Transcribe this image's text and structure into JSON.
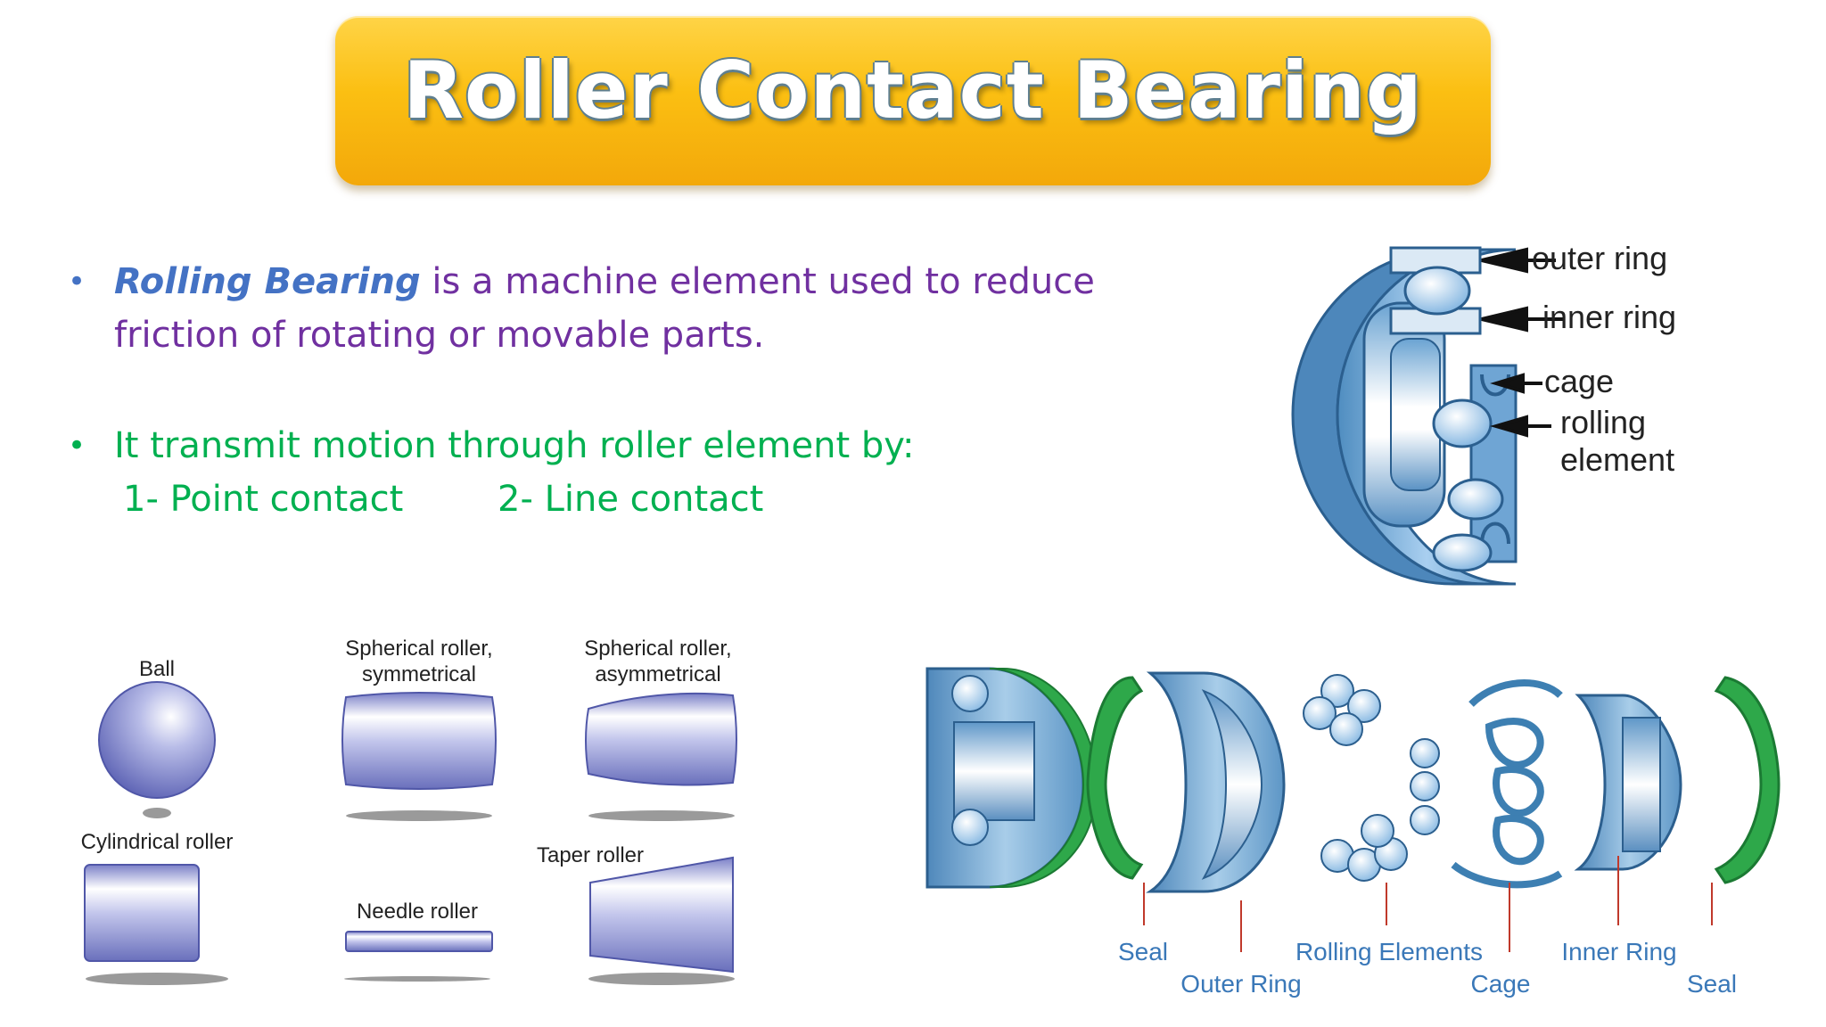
{
  "title": "Roller Contact Bearing",
  "bullets": {
    "b1_em": "Rolling Bearing",
    "b1_text": " is a machine element used to reduce",
    "b1_line2": "friction of rotating or movable parts.",
    "b2_text": "It transmit motion through roller element by:",
    "contact_1": "1- Point contact",
    "contact_2": "2- Line contact"
  },
  "bearing_labels": {
    "outer_ring": "outer ring",
    "inner_ring": "inner ring",
    "cage": "cage",
    "rolling_1": "rolling",
    "rolling_2": "element"
  },
  "roller_types": {
    "ball": "Ball",
    "spherical_sym_1": "Spherical roller,",
    "spherical_sym_2": "symmetrical",
    "spherical_asym_1": "Spherical roller,",
    "spherical_asym_2": "asymmetrical",
    "cylindrical": "Cylindrical roller",
    "needle": "Needle roller",
    "taper": "Taper roller"
  },
  "exploded_labels": {
    "seal_left": "Seal",
    "outer_ring": "Outer Ring",
    "rolling_elements": "Rolling Elements",
    "cage": "Cage",
    "inner_ring": "Inner Ring",
    "seal_right": "Seal"
  },
  "colors": {
    "banner": "#fbbf12",
    "purple_text": "#7030a0",
    "blue_emphasis": "#4472c4",
    "green_text": "#00b050",
    "part_blue": "#7fb3d8",
    "seal_green": "#2ea84a",
    "label_blue": "#3a78b8"
  }
}
